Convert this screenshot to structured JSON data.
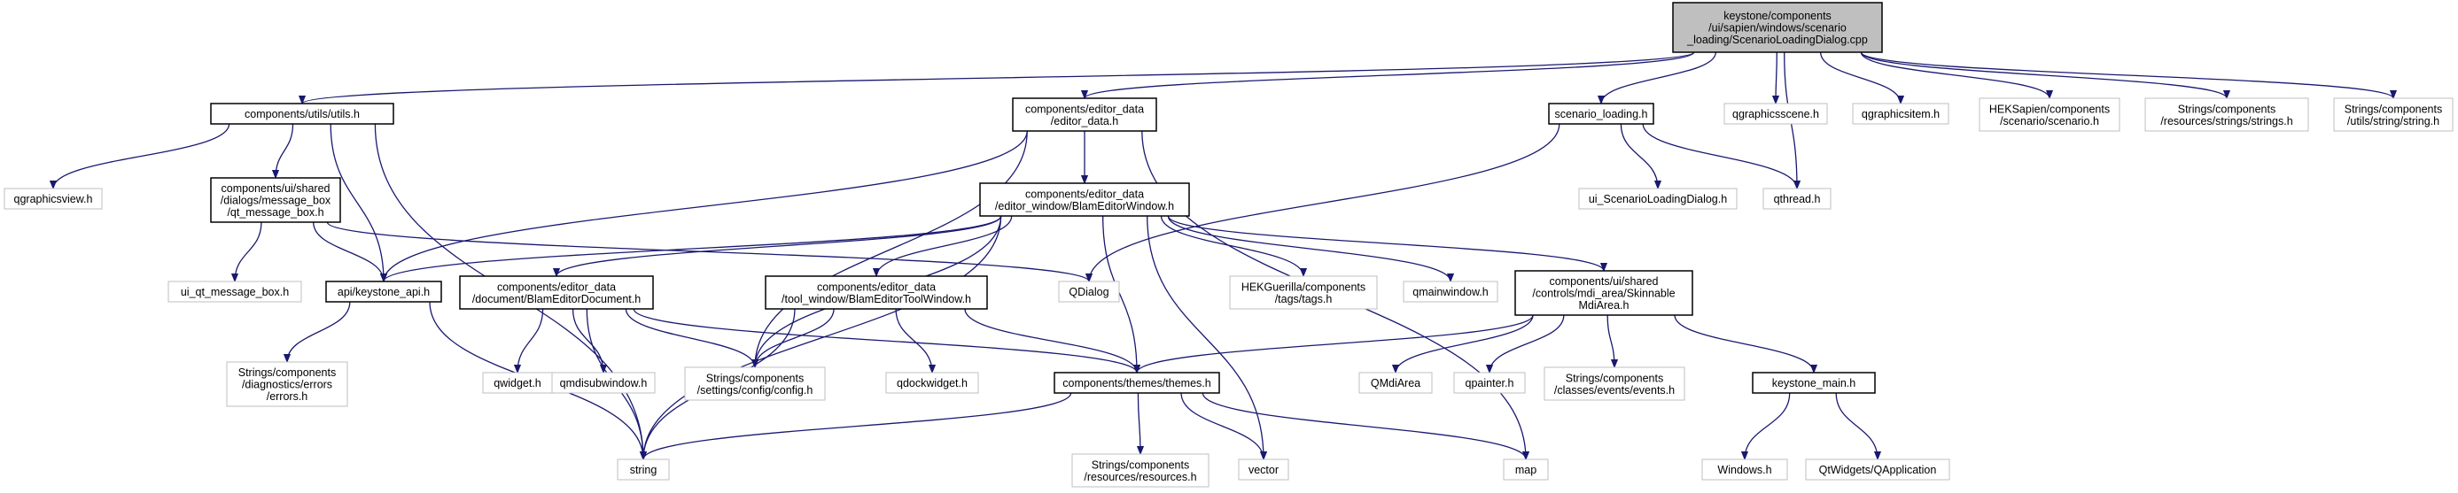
{
  "diagram": {
    "nodes": [
      {
        "id": "root",
        "kind": "root",
        "lines": [
          "keystone/components",
          "/ui/sapien/windows/scenario",
          "_loading/ScenarioLoadingDialog.cpp"
        ]
      },
      {
        "id": "utils",
        "kind": "local",
        "lines": [
          "components/utils/utils.h"
        ]
      },
      {
        "id": "editor_data",
        "kind": "local",
        "lines": [
          "components/editor_data",
          "/editor_data.h"
        ]
      },
      {
        "id": "scenario_loading",
        "kind": "local",
        "lines": [
          "scenario_loading.h"
        ]
      },
      {
        "id": "qgraphicsscene",
        "kind": "external",
        "lines": [
          "qgraphicsscene.h"
        ]
      },
      {
        "id": "qgraphicsitem",
        "kind": "external",
        "lines": [
          "qgraphicsitem.h"
        ]
      },
      {
        "id": "hek_scenario",
        "kind": "external",
        "lines": [
          "HEKSapien/components",
          "/scenario/scenario.h"
        ]
      },
      {
        "id": "strings_res",
        "kind": "external",
        "lines": [
          "Strings/components",
          "/resources/strings/strings.h"
        ]
      },
      {
        "id": "strings_utils",
        "kind": "external",
        "lines": [
          "Strings/components",
          "/utils/string/string.h"
        ]
      },
      {
        "id": "qgraphicsview",
        "kind": "external",
        "lines": [
          "qgraphicsview.h"
        ]
      },
      {
        "id": "qt_message_box",
        "kind": "local",
        "lines": [
          "components/ui/shared",
          "/dialogs/message_box",
          "/qt_message_box.h"
        ]
      },
      {
        "id": "blam_editor_window",
        "kind": "local",
        "lines": [
          "components/editor_data",
          "/editor_window/BlamEditorWindow.h"
        ]
      },
      {
        "id": "ui_scenario",
        "kind": "external",
        "lines": [
          "ui_ScenarioLoadingDialog.h"
        ]
      },
      {
        "id": "qthread",
        "kind": "external",
        "lines": [
          "qthread.h"
        ]
      },
      {
        "id": "ui_qt_message_box",
        "kind": "external",
        "lines": [
          "ui_qt_message_box.h"
        ]
      },
      {
        "id": "keystone_api",
        "kind": "local",
        "lines": [
          "api/keystone_api.h"
        ]
      },
      {
        "id": "blam_editor_document",
        "kind": "local",
        "lines": [
          "components/editor_data",
          "/document/BlamEditorDocument.h"
        ]
      },
      {
        "id": "blam_editor_toolwindow",
        "kind": "local",
        "lines": [
          "components/editor_data",
          "/tool_window/BlamEditorToolWindow.h"
        ]
      },
      {
        "id": "qdialog",
        "kind": "external",
        "lines": [
          "QDialog"
        ]
      },
      {
        "id": "hek_tags",
        "kind": "external",
        "lines": [
          "HEKGuerilla/components",
          "/tags/tags.h"
        ]
      },
      {
        "id": "qmainwindow",
        "kind": "external",
        "lines": [
          "qmainwindow.h"
        ]
      },
      {
        "id": "skinnable_mdi",
        "kind": "local",
        "lines": [
          "components/ui/shared",
          "/controls/mdi_area/Skinnable",
          "MdiArea.h"
        ]
      },
      {
        "id": "strings_errors",
        "kind": "external",
        "lines": [
          "Strings/components",
          "/diagnostics/errors",
          "/errors.h"
        ]
      },
      {
        "id": "qwidget",
        "kind": "external",
        "lines": [
          "qwidget.h"
        ]
      },
      {
        "id": "qmdisubwindow",
        "kind": "external",
        "lines": [
          "qmdisubwindow.h"
        ]
      },
      {
        "id": "strings_config",
        "kind": "external",
        "lines": [
          "Strings/components",
          "/settings/config/config.h"
        ]
      },
      {
        "id": "qdockwidget",
        "kind": "external",
        "lines": [
          "qdockwidget.h"
        ]
      },
      {
        "id": "themes",
        "kind": "local",
        "lines": [
          "components/themes/themes.h"
        ]
      },
      {
        "id": "qmdiarea",
        "kind": "external",
        "lines": [
          "QMdiArea"
        ]
      },
      {
        "id": "qpainter",
        "kind": "external",
        "lines": [
          "qpainter.h"
        ]
      },
      {
        "id": "strings_events",
        "kind": "external",
        "lines": [
          "Strings/components",
          "/classes/events/events.h"
        ]
      },
      {
        "id": "keystone_main",
        "kind": "local",
        "lines": [
          "keystone_main.h"
        ]
      },
      {
        "id": "string",
        "kind": "external",
        "lines": [
          "string"
        ]
      },
      {
        "id": "strings_resources",
        "kind": "external",
        "lines": [
          "Strings/components",
          "/resources/resources.h"
        ]
      },
      {
        "id": "vector",
        "kind": "external",
        "lines": [
          "vector"
        ]
      },
      {
        "id": "map",
        "kind": "external",
        "lines": [
          "map"
        ]
      },
      {
        "id": "windows",
        "kind": "external",
        "lines": [
          "Windows.h"
        ]
      },
      {
        "id": "qapplication",
        "kind": "external",
        "lines": [
          "QtWidgets/QApplication"
        ]
      }
    ],
    "edges": [
      [
        "root",
        "utils"
      ],
      [
        "root",
        "editor_data"
      ],
      [
        "root",
        "scenario_loading"
      ],
      [
        "root",
        "qgraphicsscene"
      ],
      [
        "root",
        "qgraphicsitem"
      ],
      [
        "root",
        "hek_scenario"
      ],
      [
        "root",
        "strings_res"
      ],
      [
        "root",
        "strings_utils"
      ],
      [
        "root",
        "qthread"
      ],
      [
        "utils",
        "qgraphicsview"
      ],
      [
        "utils",
        "qt_message_box"
      ],
      [
        "utils",
        "keystone_api"
      ],
      [
        "utils",
        "string"
      ],
      [
        "editor_data",
        "blam_editor_window"
      ],
      [
        "editor_data",
        "keystone_api"
      ],
      [
        "editor_data",
        "strings_config"
      ],
      [
        "editor_data",
        "map"
      ],
      [
        "scenario_loading",
        "ui_scenario"
      ],
      [
        "scenario_loading",
        "qthread"
      ],
      [
        "scenario_loading",
        "qdialog"
      ],
      [
        "qt_message_box",
        "ui_qt_message_box"
      ],
      [
        "qt_message_box",
        "keystone_api"
      ],
      [
        "qt_message_box",
        "qdialog"
      ],
      [
        "blam_editor_window",
        "keystone_api"
      ],
      [
        "blam_editor_window",
        "blam_editor_document"
      ],
      [
        "blam_editor_window",
        "blam_editor_toolwindow"
      ],
      [
        "blam_editor_window",
        "hek_tags"
      ],
      [
        "blam_editor_window",
        "qmainwindow"
      ],
      [
        "blam_editor_window",
        "skinnable_mdi"
      ],
      [
        "blam_editor_window",
        "strings_config"
      ],
      [
        "blam_editor_window",
        "themes"
      ],
      [
        "blam_editor_window",
        "string"
      ],
      [
        "blam_editor_window",
        "vector"
      ],
      [
        "keystone_api",
        "strings_errors"
      ],
      [
        "keystone_api",
        "string"
      ],
      [
        "blam_editor_document",
        "qwidget"
      ],
      [
        "blam_editor_document",
        "qmdisubwindow"
      ],
      [
        "blam_editor_document",
        "strings_config"
      ],
      [
        "blam_editor_document",
        "themes"
      ],
      [
        "blam_editor_document",
        "string"
      ],
      [
        "blam_editor_toolwindow",
        "qdockwidget"
      ],
      [
        "blam_editor_toolwindow",
        "strings_config"
      ],
      [
        "blam_editor_toolwindow",
        "themes"
      ],
      [
        "blam_editor_toolwindow",
        "string"
      ],
      [
        "skinnable_mdi",
        "qmdiarea"
      ],
      [
        "skinnable_mdi",
        "qpainter"
      ],
      [
        "skinnable_mdi",
        "strings_events"
      ],
      [
        "skinnable_mdi",
        "keystone_main"
      ],
      [
        "skinnable_mdi",
        "themes"
      ],
      [
        "themes",
        "string"
      ],
      [
        "themes",
        "strings_resources"
      ],
      [
        "themes",
        "vector"
      ],
      [
        "themes",
        "map"
      ],
      [
        "keystone_main",
        "windows"
      ],
      [
        "keystone_main",
        "qapplication"
      ]
    ]
  }
}
